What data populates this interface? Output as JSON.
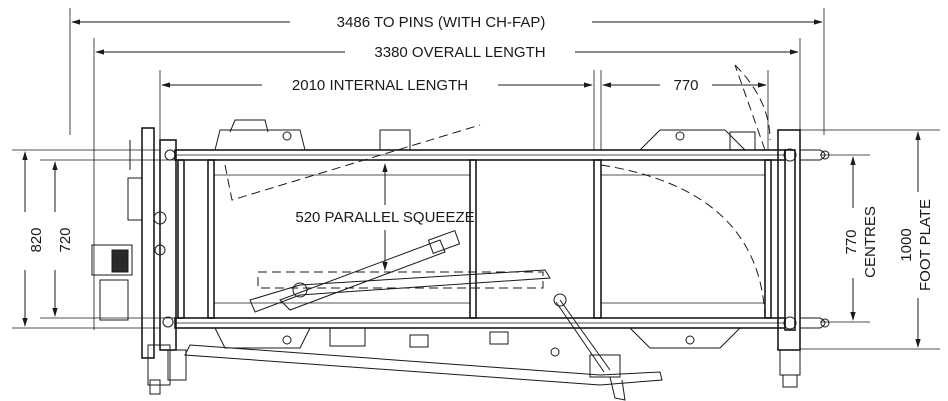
{
  "dimensions": {
    "pins": "3486 TO PINS (WITH CH-FAP)",
    "overall": "3380 OVERALL LENGTH",
    "internal": "2010 INTERNAL LENGTH",
    "side_770": "770",
    "squeeze": "520 PARALLEL SQUEEZE",
    "left_820": "820",
    "left_720": "720",
    "centres_value": "770",
    "centres_label": "CENTRES",
    "foot_value": "1000",
    "foot_label": "FOOT PLATE"
  }
}
